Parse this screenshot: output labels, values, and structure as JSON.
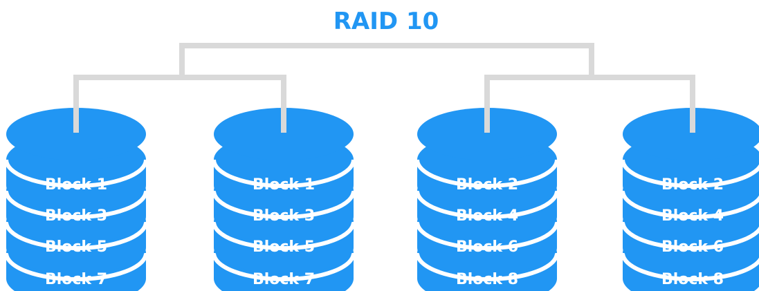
{
  "title": "RAID 10",
  "colors": {
    "title": "#2196F3",
    "disk": "#2196F3",
    "disk_gap": "#ffffff",
    "connector": "#d9d9d9",
    "label": "#ffffff"
  },
  "disks": [
    {
      "blocks": [
        "Block 1",
        "Block 3",
        "Block 5",
        "Block 7"
      ]
    },
    {
      "blocks": [
        "Block 1",
        "Block 3",
        "Block 5",
        "Block 7"
      ]
    },
    {
      "blocks": [
        "Block 2",
        "Block 4",
        "Block 6",
        "Block 8"
      ]
    },
    {
      "blocks": [
        "Block 2",
        "Block 4",
        "Block 6",
        "Block 8"
      ]
    }
  ]
}
